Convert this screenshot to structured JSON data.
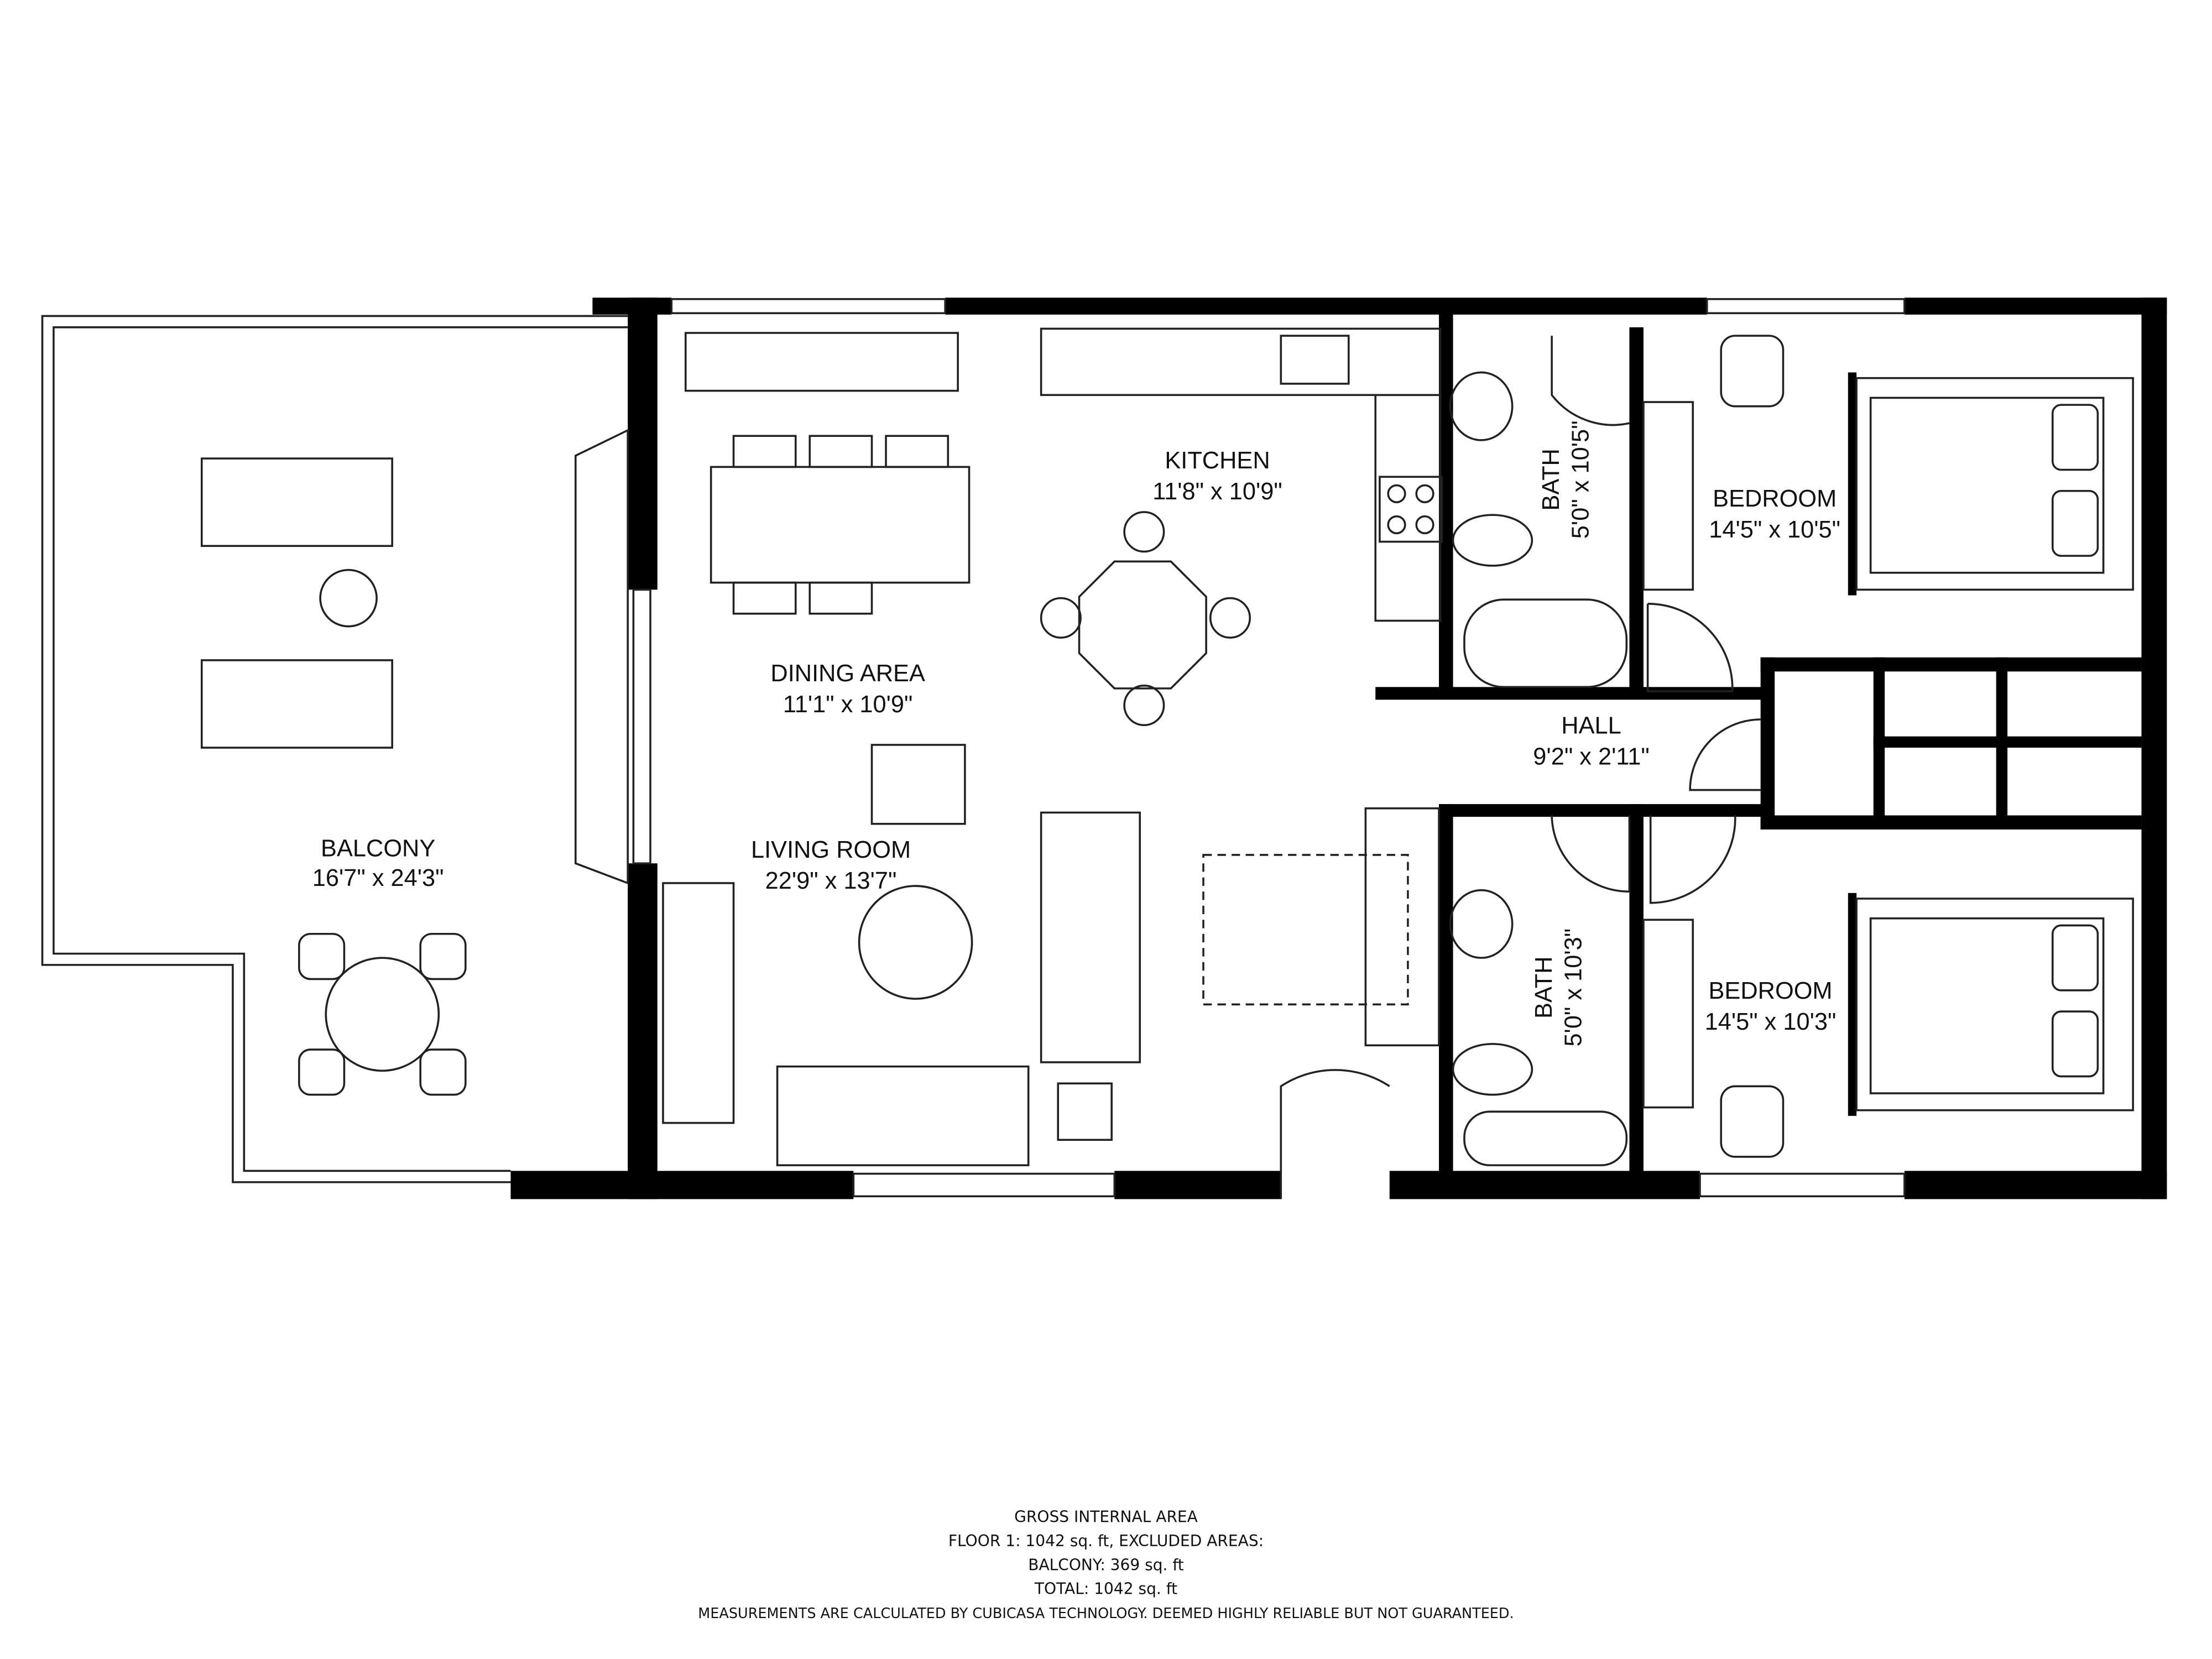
{
  "rooms": [
    {
      "name": "KITCHEN",
      "size": "11'8\" x 10'9\""
    },
    {
      "name": "DINING AREA",
      "size": "11'1\" x 10'9\""
    },
    {
      "name": "LIVING ROOM",
      "size": "22'9\" x 13'7\""
    },
    {
      "name": "BALCONY",
      "size": "16'7\" x 24'3\""
    },
    {
      "name": "BATH",
      "size": "5'0\" x 10'5\""
    },
    {
      "name": "BEDROOM",
      "size": "14'5\" x 10'5\""
    },
    {
      "name": "HALL",
      "size": "9'2\" x 2'11\""
    },
    {
      "name": "BATH",
      "size": "5'0\" x 10'3\""
    },
    {
      "name": "BEDROOM",
      "size": "14'5\" x 10'3\""
    }
  ],
  "footer": {
    "line1": "GROSS INTERNAL AREA",
    "line2": "FLOOR 1: 1042 sq. ft, EXCLUDED AREAS:",
    "line3": "BALCONY: 369 sq. ft",
    "line4": "TOTAL: 1042 sq. ft",
    "disclaimer": "MEASUREMENTS ARE CALCULATED BY CUBICASA TECHNOLOGY. DEEMED HIGHLY RELIABLE BUT NOT GUARANTEED."
  }
}
